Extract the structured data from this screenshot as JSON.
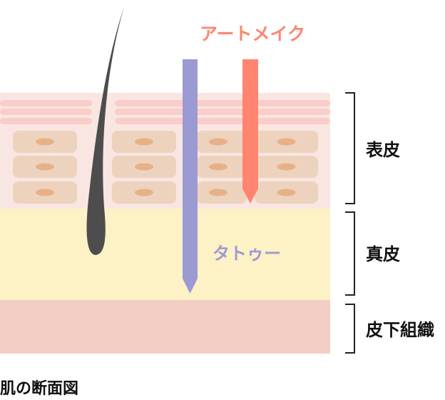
{
  "labels": {
    "art_make": "アートメイク",
    "tattoo": "タトゥー",
    "epidermis": "表皮",
    "dermis": "真皮",
    "subcutaneous": "皮下組織",
    "caption": "肌の断面図"
  },
  "colors": {
    "epidermis": "#f9e6e2",
    "stripe": "#f9cdc8",
    "cell": "#edd3bd",
    "nucleus": "#e7b188",
    "dermis": "#fdf1c6",
    "subcutaneous": "#f2cdc3",
    "hair": "#4d4d4d",
    "tattoo": "#9c9ad2",
    "art_make": "#ff8571"
  }
}
